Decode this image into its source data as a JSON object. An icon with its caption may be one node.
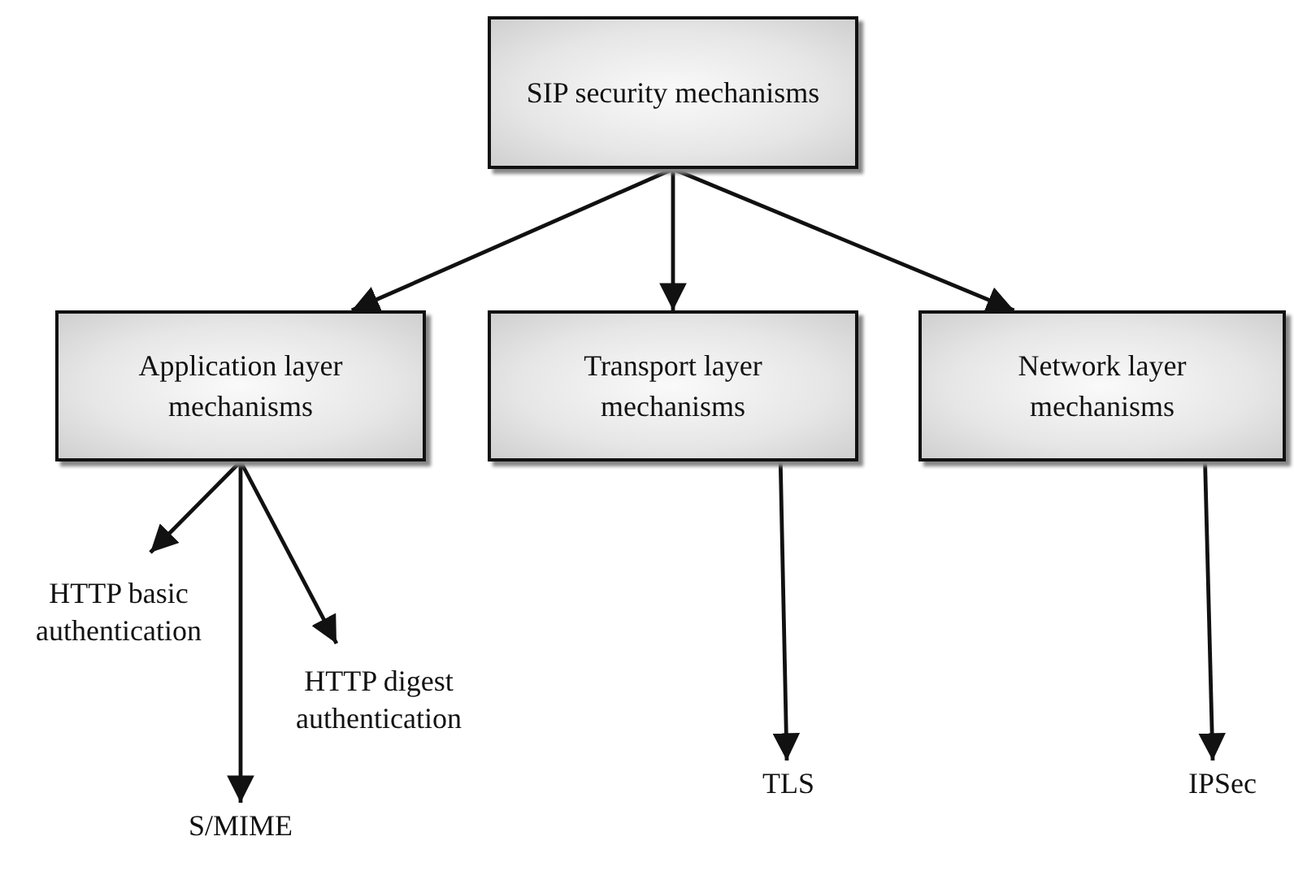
{
  "diagram": {
    "nodes": [
      {
        "text": [
          "SIP security mechanisms"
        ]
      },
      {
        "text": [
          "Application layer mechanisms"
        ]
      },
      {
        "text": [
          "Transport layer mechanisms"
        ]
      },
      {
        "text": [
          "Network layer mechanisms"
        ]
      },
      {
        "text": [
          "HTTP basic authentication"
        ]
      },
      {
        "text": [
          "S/MIME"
        ]
      },
      {
        "text": [
          "HTTP digest authentication"
        ]
      },
      {
        "text": [
          "TLS"
        ]
      },
      {
        "text": [
          "IPSec"
        ]
      }
    ],
    "edges": [
      {
        "from": 0,
        "to": 1,
        "arrow": "to"
      },
      {
        "from": 0,
        "to": 2,
        "arrow": "to"
      },
      {
        "from": 0,
        "to": 3,
        "arrow": "to"
      },
      {
        "from": 1,
        "to": 4,
        "arrow": "to"
      },
      {
        "from": 1,
        "to": 5,
        "arrow": "to"
      },
      {
        "from": 1,
        "to": 6,
        "arrow": "to"
      },
      {
        "from": 2,
        "to": 7,
        "arrow": "to"
      },
      {
        "from": 3,
        "to": 8,
        "arrow": "to"
      }
    ]
  }
}
